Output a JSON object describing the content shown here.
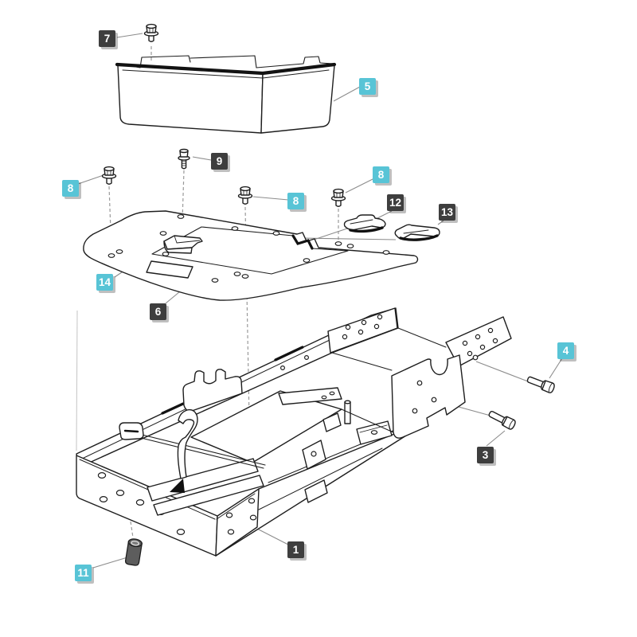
{
  "page": {
    "background": "#ffffff",
    "type": "exploded-parts-diagram"
  },
  "colors": {
    "callout_dark_bg": "#3e3e3e",
    "callout_cyan_bg": "#58c4d6",
    "callout_text": "#ffffff",
    "line_art": "#1e1e1e",
    "leader_line": "#8c8c8c"
  },
  "callouts": [
    {
      "number": "7",
      "style": "dark"
    },
    {
      "number": "5",
      "style": "cyan"
    },
    {
      "number": "9",
      "style": "dark"
    },
    {
      "number": "8",
      "style": "cyan"
    },
    {
      "number": "8",
      "style": "cyan"
    },
    {
      "number": "8",
      "style": "cyan"
    },
    {
      "number": "12",
      "style": "dark"
    },
    {
      "number": "13",
      "style": "dark"
    },
    {
      "number": "14",
      "style": "cyan"
    },
    {
      "number": "6",
      "style": "dark"
    },
    {
      "number": "4",
      "style": "cyan"
    },
    {
      "number": "3",
      "style": "dark"
    },
    {
      "number": "1",
      "style": "dark"
    },
    {
      "number": "11",
      "style": "cyan"
    }
  ]
}
